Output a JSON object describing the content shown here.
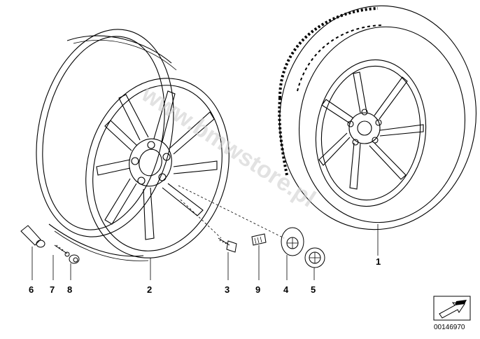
{
  "diagram": {
    "callouts": [
      {
        "id": "6",
        "label": "6"
      },
      {
        "id": "7",
        "label": "7"
      },
      {
        "id": "8",
        "label": "8"
      },
      {
        "id": "2",
        "label": "2"
      },
      {
        "id": "3",
        "label": "3"
      },
      {
        "id": "9",
        "label": "9"
      },
      {
        "id": "4",
        "label": "4"
      },
      {
        "id": "5",
        "label": "5"
      },
      {
        "id": "1",
        "label": "1"
      }
    ],
    "watermark": "www.bmwstore.pl",
    "document_id": "00146970",
    "nav_icon": "arrow-icon"
  }
}
